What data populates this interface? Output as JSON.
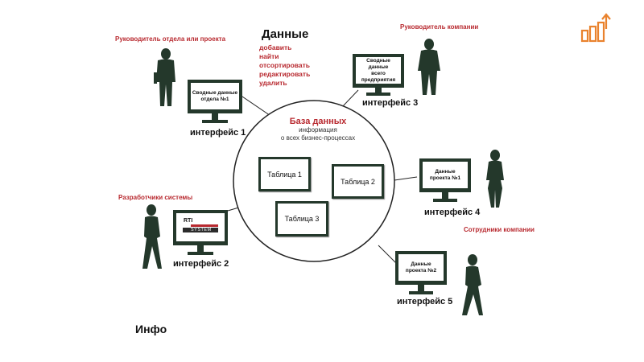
{
  "data_heading": "Данные",
  "data_ops": [
    "добавить",
    "найти",
    "отсортировать",
    "редактировать",
    "удалить"
  ],
  "database": {
    "title": "База данных",
    "subtitle_line1": "информация",
    "subtitle_line2": "о всех бизнес-процессах"
  },
  "tables": [
    "Таблица 1",
    "Таблица 2",
    "Таблица 3"
  ],
  "roles": {
    "dept_head": "Руководитель отдела или проекта",
    "ceo": "Руководитель компании",
    "developers": "Разработчики системы",
    "employees": "Сотрудники компании"
  },
  "interfaces": {
    "i1": {
      "label": "интерфейс 1",
      "screen_line1": "Сводные данные",
      "screen_line2": "отдела №1"
    },
    "i2": {
      "label": "интерфейс 2",
      "logo_top": "RTI",
      "logo_bottom": "SYSTEM"
    },
    "i3": {
      "label": "интерфейс 3",
      "screen_line1": "Сводные данные",
      "screen_line2": "всего",
      "screen_line3": "предприятия"
    },
    "i4": {
      "label": "интерфейс 4",
      "screen_line1": "Данные",
      "screen_line2": "проекта №1"
    },
    "i5": {
      "label": "интерфейс 5",
      "screen_line1": "Данные",
      "screen_line2": "проекта №2"
    }
  },
  "footer_label": "Инфо",
  "colors": {
    "accent_red": "#b8292f",
    "figure_green": "#24382b",
    "logo_orange": "#e9822d"
  },
  "icons": [
    "logo-buildings-icon",
    "monitor-icon",
    "person-silhouette-icon"
  ]
}
